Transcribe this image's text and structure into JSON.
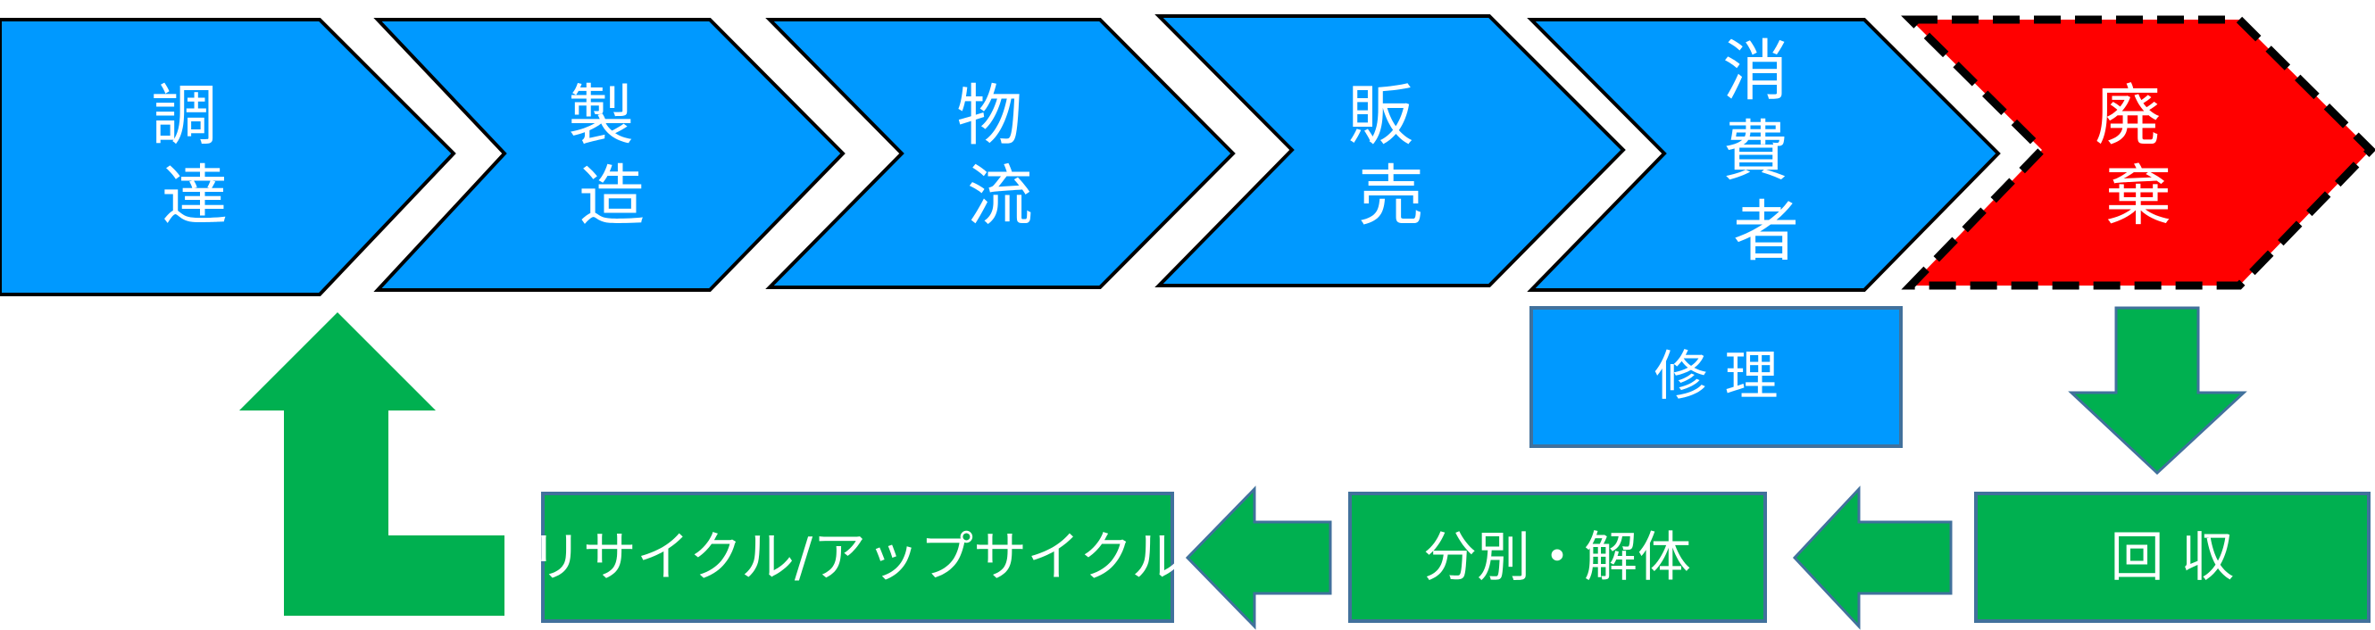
{
  "process_steps": [
    {
      "id": "procurement",
      "label": "調達"
    },
    {
      "id": "manufacturing",
      "label": "製造"
    },
    {
      "id": "logistics",
      "label": "物流"
    },
    {
      "id": "sales",
      "label": "販売"
    },
    {
      "id": "consumer",
      "label": "消費者"
    },
    {
      "id": "disposal",
      "label": "廃棄"
    }
  ],
  "repair": {
    "label": "修 理"
  },
  "collection": {
    "label": "回 収"
  },
  "sorting": {
    "label": "分別・解体"
  },
  "recycle": {
    "label": "リサイクル/アップサイクル"
  },
  "colors": {
    "process_blue": "#0099FF",
    "disposal_red": "#FF0000",
    "cycle_green": "#00B050",
    "box_border": "#41719C",
    "text": "#FFFFFF"
  }
}
